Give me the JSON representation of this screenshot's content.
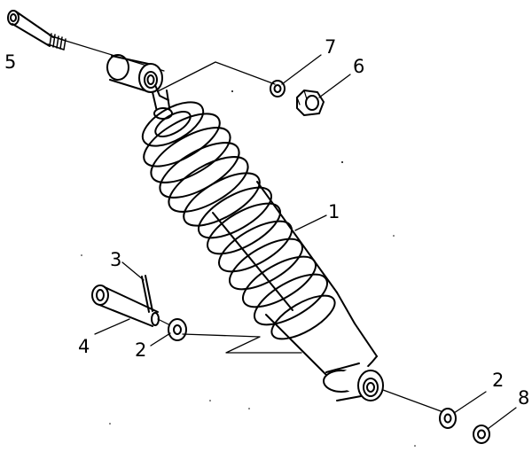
{
  "diagram": {
    "callouts": [
      {
        "id": "p1",
        "number": "1"
      },
      {
        "id": "p2a",
        "number": "2"
      },
      {
        "id": "p2b",
        "number": "2"
      },
      {
        "id": "p3",
        "number": "3"
      },
      {
        "id": "p4",
        "number": "4"
      },
      {
        "id": "p5",
        "number": "5"
      },
      {
        "id": "p6",
        "number": "6"
      },
      {
        "id": "p7",
        "number": "7"
      },
      {
        "id": "p8",
        "number": "8"
      }
    ]
  }
}
